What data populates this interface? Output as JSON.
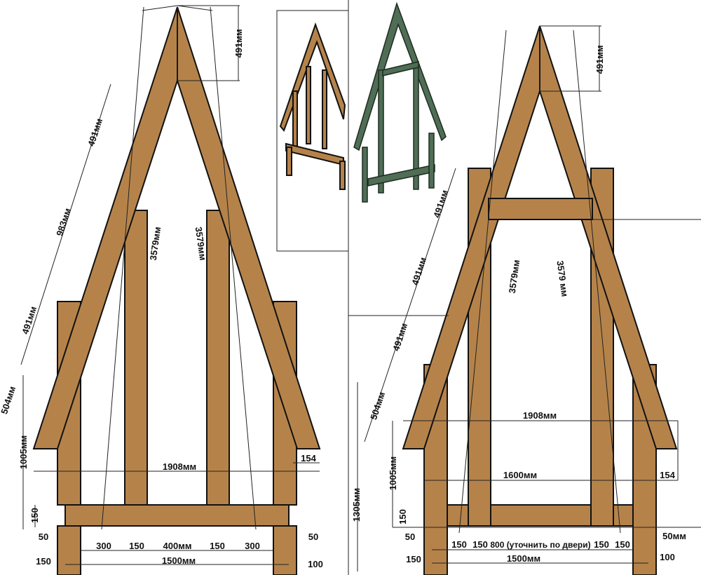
{
  "colors": {
    "wood": "#b5834a",
    "green_frame": "#4f6e55",
    "outline": "#111111"
  },
  "left_frame": {
    "top_height": "491мм",
    "rafter_seg_1": "491мм",
    "rafter_seg_2": "983мм",
    "rafter_seg_3": "491мм",
    "rafter_seg_4": "504мм",
    "diagonal_1": "3579мм",
    "diagonal_2": "3579мм",
    "wall_height": "1005мм",
    "eave_width": "1908мм",
    "overhang": "154",
    "beam_height": "150",
    "offset_left": "50",
    "gap_1": "300",
    "stud_1": "150",
    "gap_center": "400мм",
    "stud_2": "150",
    "gap_2": "300",
    "offset_right": "50",
    "post_width": "150",
    "total_width": "1500мм",
    "post_offset": "100"
  },
  "right_frame": {
    "top_height": "491мм",
    "rafter_seg_1": "491мм",
    "rafter_seg_2": "491мм",
    "rafter_seg_3": "491мм",
    "rafter_seg_4": "504мм",
    "diagonal_1": "3579мм",
    "diagonal_2": "3579 мм",
    "total_height": "1305мм",
    "wall_height": "1005мм",
    "eave_width": "1908мм",
    "inner_width": "1600мм",
    "overhang": "154",
    "beam_height": "150",
    "offset_left": "50",
    "gap_1": "150",
    "stud_1": "150",
    "door_width": "800 (уточнить по двери)",
    "stud_2": "150",
    "gap_2": "150",
    "offset_right": "50мм",
    "post_width": "150",
    "total_width": "1500мм",
    "post_offset": "100"
  }
}
